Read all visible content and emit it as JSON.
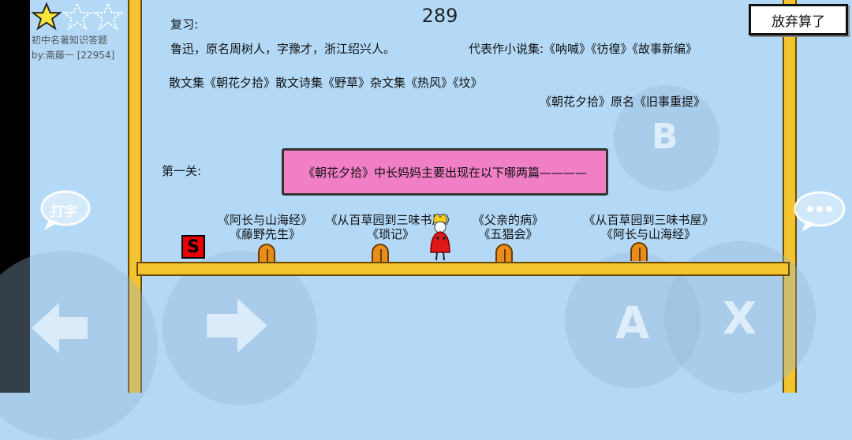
{
  "game": {
    "name": "初中名著知识答题",
    "author": "by:斋藤一 [22954]",
    "stars_filled": 1,
    "stars_total": 3
  },
  "score": "289",
  "quit_label": "放弃算了",
  "review": {
    "title": "复习:",
    "line1_left": "鲁迅，原名周树人，字豫才，浙江绍兴人。",
    "line1_right": "代表作小说集:《呐喊》《彷徨》《故事新编》",
    "line2": "散文集《朝花夕拾》散文诗集《野草》杂文集《热风》《坟》",
    "line3": "《朝花夕拾》原名《旧事重提》"
  },
  "level_label": "第一关:",
  "question": "《朝花夕拾》中长妈妈主要出现在以下哪两篇————",
  "options": [
    {
      "line1": "《阿长与山海经》",
      "line2": "《藤野先生》"
    },
    {
      "line1": "《从百草园到三味书屋》",
      "line2": "《琐记》"
    },
    {
      "line1": "《父亲的病》",
      "line2": "《五猖会》"
    },
    {
      "line1": "《从百草园到三味书屋》",
      "line2": "《阿长与山海经》"
    }
  ],
  "controls": {
    "type_button": "打字",
    "a": "A",
    "b": "B",
    "x": "X"
  },
  "colors": {
    "sky": "#b3d9f7",
    "pillar": "#f2c430",
    "question_box": "#f07fc6",
    "s_block": "#e80000",
    "door": "#e98d1a"
  },
  "icons": {
    "star": "star-icon",
    "chat": "chat-bubble-icon",
    "left": "left-arrow-icon",
    "right": "right-arrow-icon"
  }
}
